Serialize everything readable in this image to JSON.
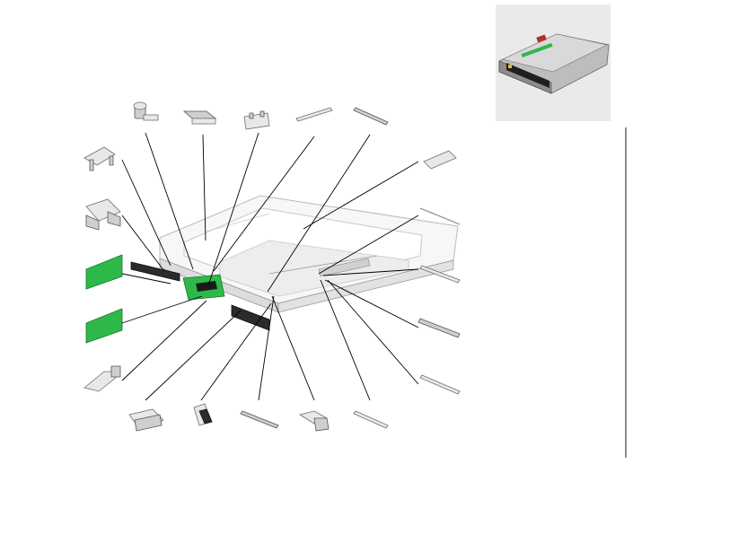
{
  "figure": {
    "kind": "exploded-parts-view",
    "colors": {
      "callout_line": "#000000",
      "metal_light": "#e8e8e8",
      "metal_mid": "#cfcfcf",
      "dark_part": "#2b2b2b",
      "pcb_green": "#2fb84a",
      "frame": "#b9b9b9",
      "inset_background": "#eaeaea"
    },
    "parts": [
      {
        "id": "thumbscrew"
      },
      {
        "id": "top-bracket"
      },
      {
        "id": "front-bracket"
      },
      {
        "id": "thin-rail-1"
      },
      {
        "id": "thin-rail-2"
      },
      {
        "id": "pad"
      },
      {
        "id": "wire-rail"
      },
      {
        "id": "right-rail-1"
      },
      {
        "id": "right-rail-2"
      },
      {
        "id": "right-rail-3"
      },
      {
        "id": "bottom-rail-3"
      },
      {
        "id": "latch"
      },
      {
        "id": "bottom-rail-1"
      },
      {
        "id": "clip"
      },
      {
        "id": "bottom-bracket"
      },
      {
        "id": "left-bracket-3"
      },
      {
        "id": "pcb-2"
      },
      {
        "id": "pcb-1"
      },
      {
        "id": "cage-bracket"
      },
      {
        "id": "left-bracket-1"
      }
    ]
  }
}
